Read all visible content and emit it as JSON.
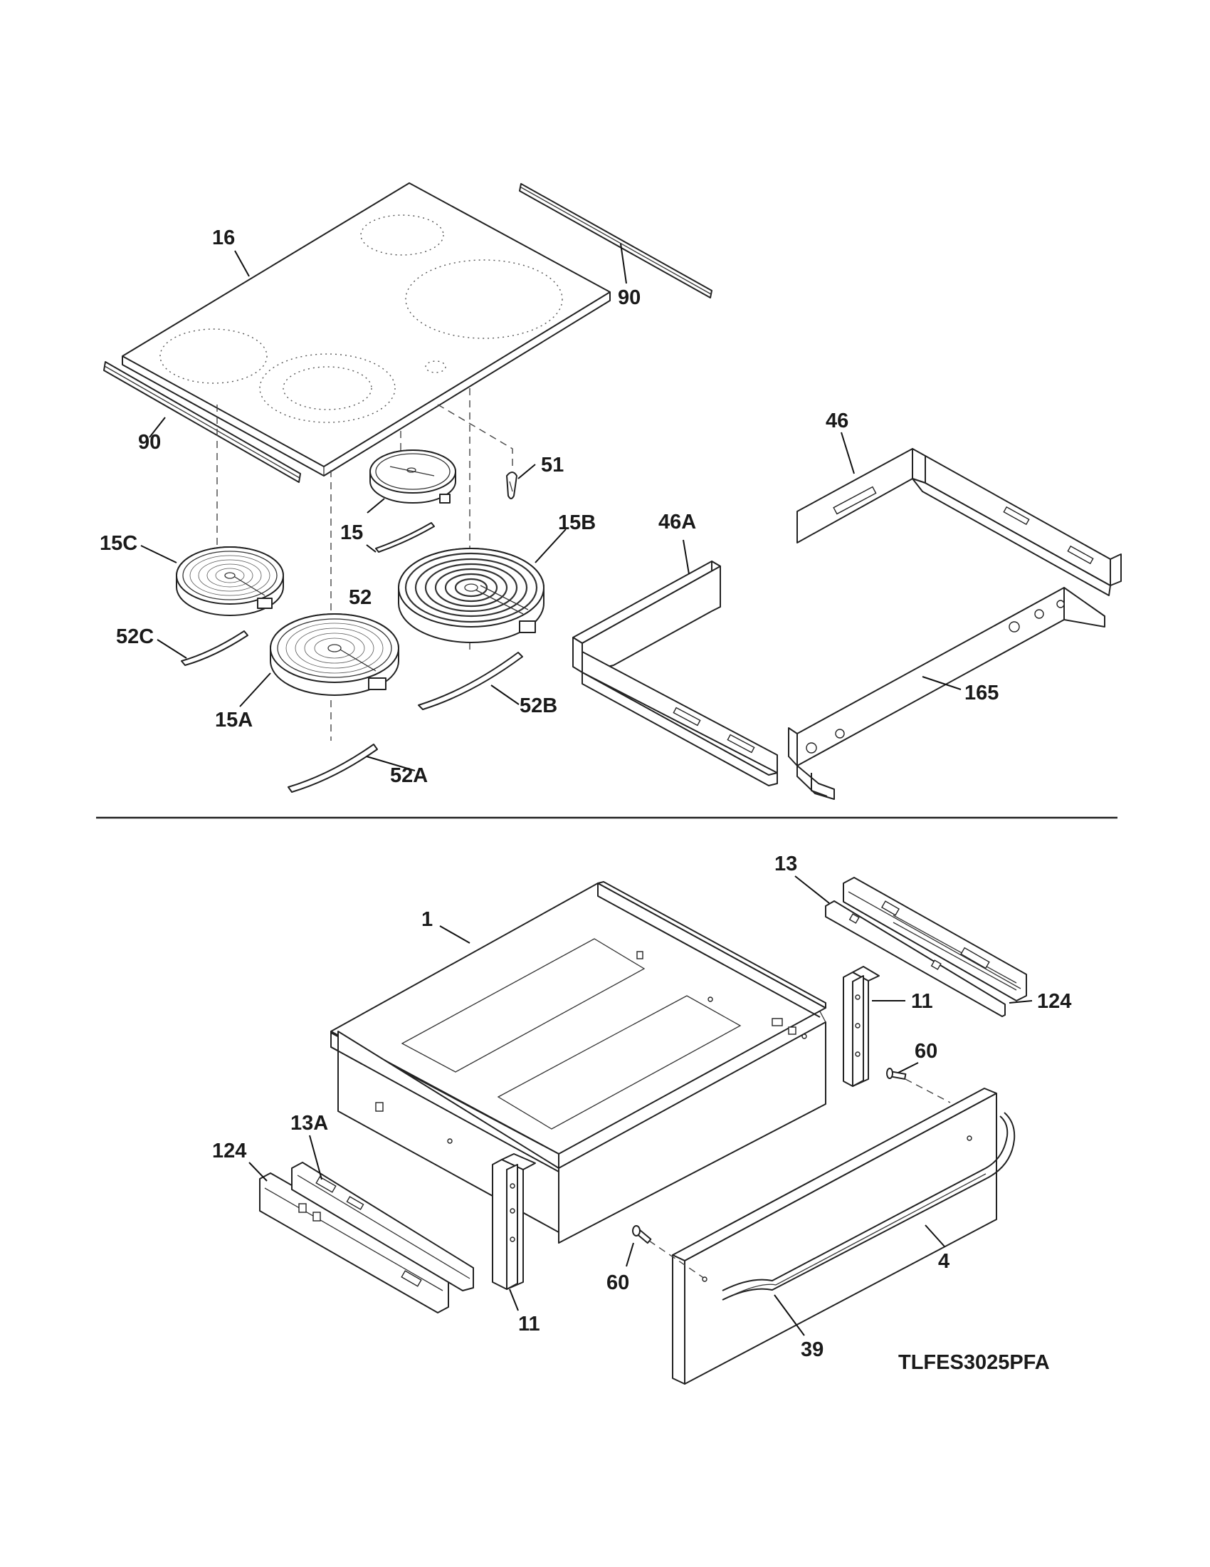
{
  "model": "TLFES3025PFA",
  "callouts": {
    "glass_top": "16",
    "trim_back": "90",
    "trim_front": "90",
    "sensor_clip": "51",
    "element_rear_left": "15",
    "element_right_large": "15B",
    "element_left_small": "15C",
    "element_front_left": "15A",
    "strap_rear": "52",
    "strap_left": "52C",
    "strap_right": "52B",
    "strap_front": "52A",
    "bracket_rear": "46",
    "bracket_side": "46A",
    "bracket_front": "165",
    "drawer_body": "1",
    "slide_right": "13",
    "rail_right": "124",
    "bracket_right": "11",
    "screw_right": "60",
    "rail_left": "124",
    "slide_left": "13A",
    "bracket_left": "11",
    "screw_left": "60",
    "drawer_front": "4",
    "handle": "39"
  }
}
